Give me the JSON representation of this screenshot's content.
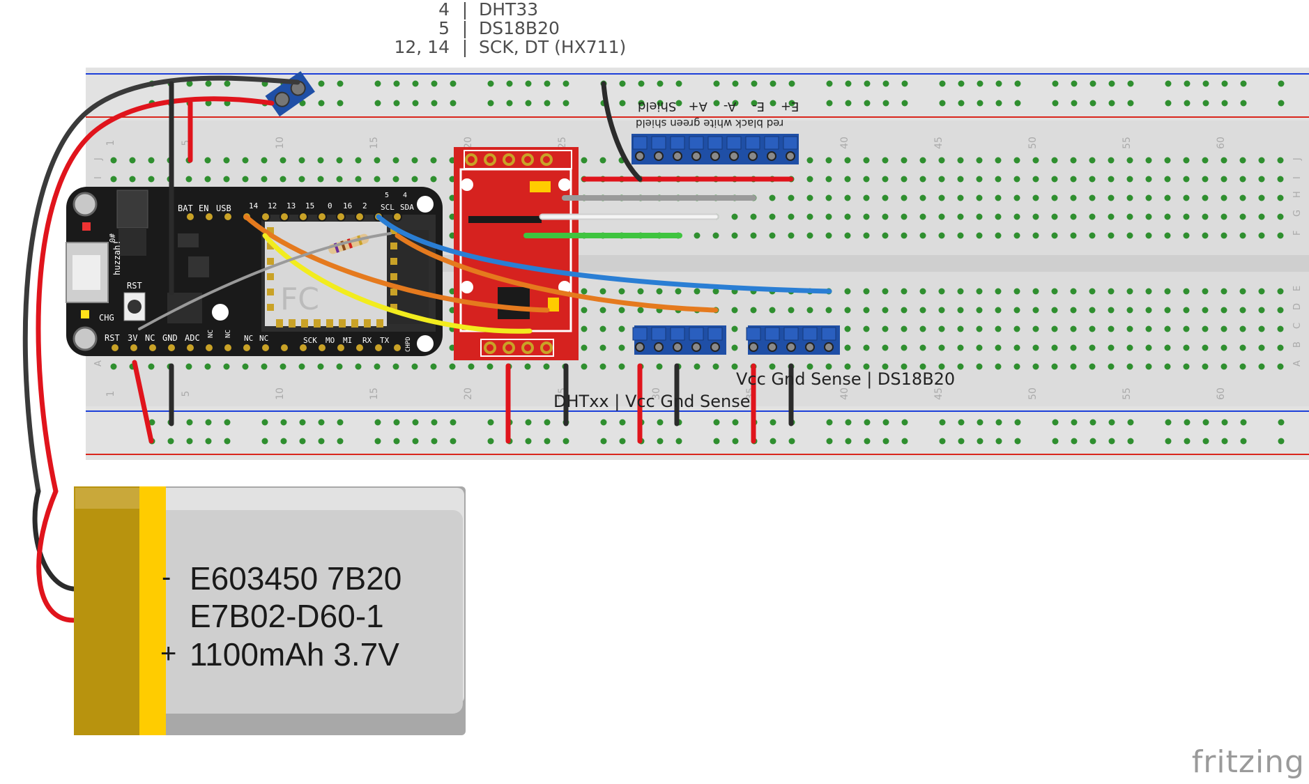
{
  "pin_map": {
    "pins": [
      "4",
      "5",
      "12, 14"
    ],
    "separator": "|",
    "signals": [
      "DHT33",
      "DS18B20",
      "SCK, DT (HX711)"
    ]
  },
  "breadboard": {
    "column_numbers": [
      "1",
      "5",
      "10",
      "15",
      "20",
      "25",
      "30",
      "35",
      "40",
      "45",
      "50",
      "55",
      "60"
    ],
    "top_row_letters": [
      "J",
      "I",
      "H",
      "G",
      "F"
    ],
    "bottom_row_letters": [
      "E",
      "D",
      "C",
      "B",
      "A"
    ],
    "rail_color_red": "#d9261c",
    "rail_color_blue": "#1c3fd9",
    "hole_color": "#2f8f2f"
  },
  "feather": {
    "top_pin_labels": [
      "BAT",
      "EN",
      "USB",
      "14",
      "12",
      "13",
      "15",
      "0",
      "16",
      "2",
      "SCL",
      "SDA"
    ],
    "top_small_labels": [
      "5",
      "4"
    ],
    "bottom_pin_labels": [
      "RST",
      "3V",
      "NC",
      "GND",
      "ADC",
      "NC",
      "NC",
      "NC",
      "NC",
      "SCK",
      "MO",
      "MI",
      "RX",
      "TX",
      "CHPD"
    ],
    "side_labels": [
      "huzzah!",
      "RST",
      "CHG"
    ],
    "pin_hash": "#0"
  },
  "hx711_header_labels": {
    "pins": [
      "E+",
      "E-",
      "A-",
      "A+",
      "Shield"
    ],
    "wire_colors": "red black white green shield"
  },
  "connector_labels": {
    "left": "DHTxx | Vcc Gnd Sense",
    "right": "Vcc Gnd Sense | DS18B20"
  },
  "battery": {
    "minus": "-",
    "plus": "+",
    "line1": "E603450 7B20",
    "line2": "E7B02-D60-1",
    "line3": "1100mAh 3.7V"
  },
  "watermark": "fritzing",
  "colors": {
    "wire_red": "#e0141c",
    "wire_black": "#2b2b2b",
    "wire_blue": "#2a7ed4",
    "wire_orange": "#e57a1e",
    "wire_yellow": "#f2ec1e",
    "wire_green": "#3fc43f",
    "wire_gray": "#9a9a9a",
    "wire_white": "#f4f4f4",
    "hx711_red": "#d6221f",
    "feather_black": "#1a1a1a",
    "battery_gold": "#b8930e",
    "battery_yellow": "#ffcc00",
    "battery_silver": "#cfcfcf"
  }
}
